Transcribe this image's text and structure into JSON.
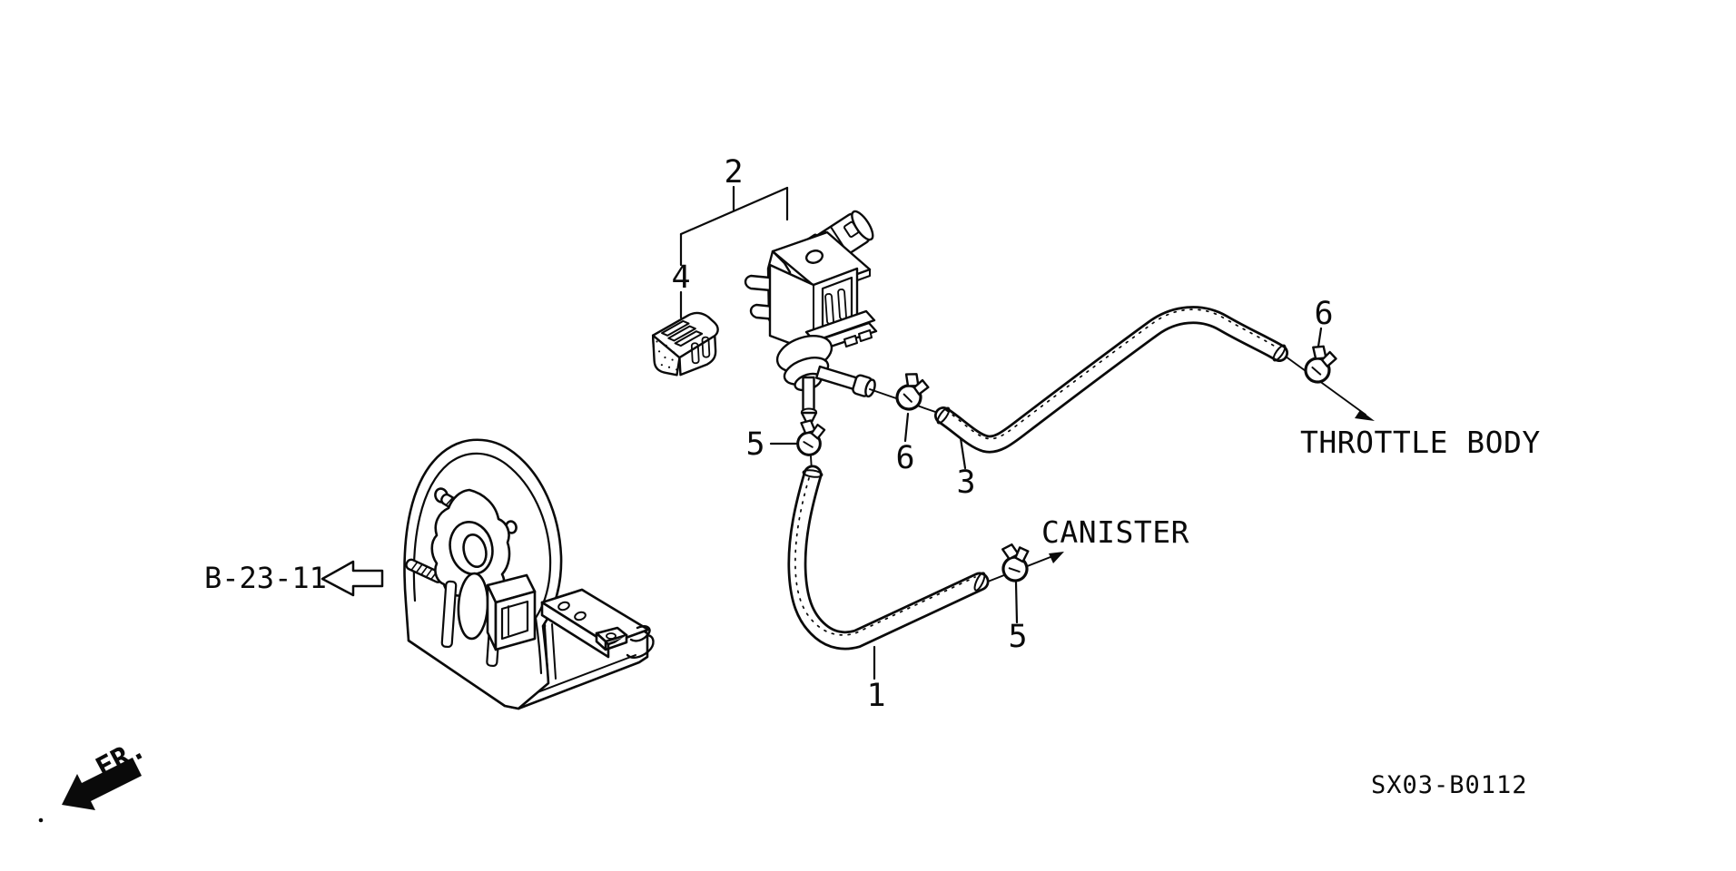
{
  "diagram": {
    "background": "#ffffff",
    "line_color": "#0a0a0a",
    "callouts": {
      "valve_assembly": "2",
      "connector": "4",
      "clamp_valve_bottom": "5",
      "clamp_valve_outlet": "6",
      "hose_canister": "1",
      "hose_throttle": "3",
      "clamp_canister_end": "5",
      "clamp_throttle_end": "6"
    },
    "labels": {
      "throttle_body": "THROTTLE BODY",
      "canister": "CANISTER"
    },
    "reference": {
      "code": "B-23-11"
    },
    "direction": {
      "text": "FR."
    },
    "diagram_code": "SX03-B0112"
  }
}
